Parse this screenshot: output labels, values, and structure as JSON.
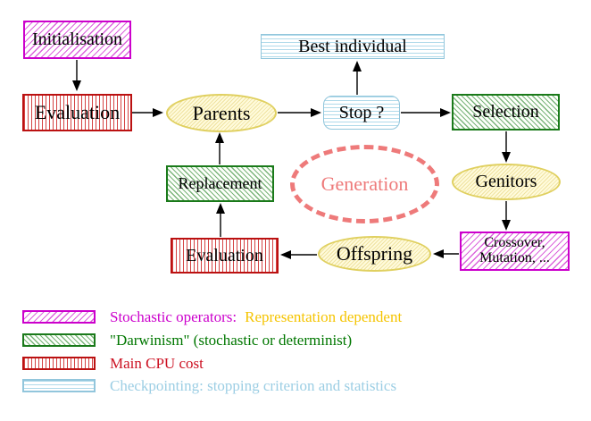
{
  "diagram": {
    "nodes": {
      "initialisation": "Initialisation",
      "evaluation_top": "Evaluation",
      "parents": "Parents",
      "best_individual": "Best individual",
      "stop": "Stop ?",
      "selection": "Selection",
      "replacement": "Replacement",
      "generation": "Generation",
      "genitors": "Genitors",
      "crossover_line1": "Crossover,",
      "crossover_line2": "Mutation, ...",
      "offspring": "Offspring",
      "evaluation_bottom": "Evaluation"
    }
  },
  "legend": {
    "items": [
      {
        "swatch": "magenta-diagonal-hatch",
        "label": "Stochastic operators:",
        "label_color": "#CC00CC",
        "suffix": "Representation dependent",
        "suffix_color": "#F5C400"
      },
      {
        "swatch": "green-diagonal-hatch",
        "label": "\"Darwinism\" (stochastic or determinist)",
        "label_color": "#007700"
      },
      {
        "swatch": "red-vertical-stripes",
        "label": "Main CPU cost",
        "label_color": "#CC1122"
      },
      {
        "swatch": "cyan-horizontal-stripes",
        "label": "Checkpointing: stopping criterion and statistics",
        "label_color": "#9CCEE4"
      }
    ]
  },
  "colors": {
    "magenta": "#CC00CC",
    "green_border": "#1A7A1A",
    "green_text": "#007700",
    "red_border": "#BB1111",
    "red_text": "#CC1122",
    "cyan_border": "#92C6DC",
    "cyan_text": "#9CCEE4",
    "gold": "#F5C400",
    "yellow_border": "#E0D060",
    "yellow_fill": "#FFFBDC",
    "salmon": "#EE7A7A",
    "arrow": "#000000"
  }
}
